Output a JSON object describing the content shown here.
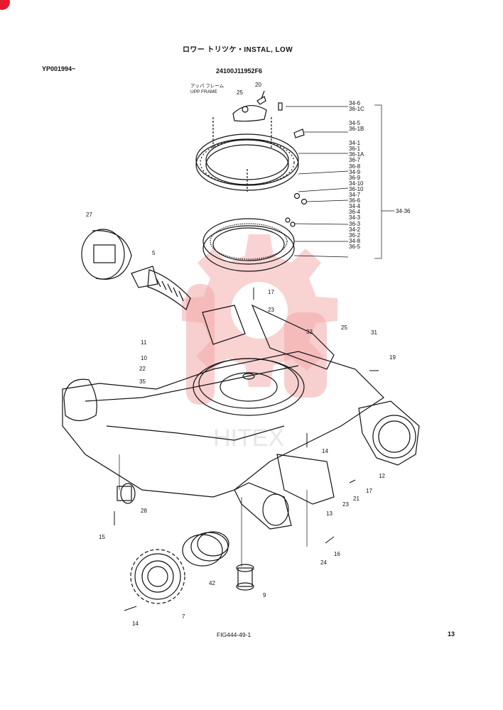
{
  "header": {
    "title": "ロワー トリツケ・INSTAL, LOW",
    "serial": "YP001994~",
    "part_number": "24100J11952F6",
    "upper_frame_jp": "アッパ フレーム",
    "upper_frame_en": "UPP FRAME"
  },
  "footer": {
    "figure": "FIG444-49-1",
    "page": "13"
  },
  "legend_group": {
    "label": "34-36",
    "items": [
      "34-6",
      "36-1C",
      "34-5",
      "36-1B",
      "34-1",
      "36-1",
      "36-1A",
      "36-7",
      "36-8",
      "34-9",
      "36-9",
      "34-10",
      "36-10",
      "34-7",
      "36-6",
      "34-4",
      "36-4",
      "34-3",
      "36-3",
      "34-2",
      "36-2",
      "34-8",
      "36-5"
    ]
  },
  "callouts": [
    "20",
    "25",
    "27",
    "5",
    "17",
    "23",
    "33",
    "25",
    "31",
    "19",
    "11",
    "10",
    "22",
    "35",
    "14",
    "12",
    "17",
    "21",
    "23",
    "13",
    "28",
    "15",
    "16",
    "24",
    "42",
    "9",
    "7",
    "14"
  ],
  "watermark": "HITEX",
  "colors": {
    "ink": "#111111",
    "watermark": "#f4b3b3",
    "corner_badge": "#e31b2d"
  }
}
